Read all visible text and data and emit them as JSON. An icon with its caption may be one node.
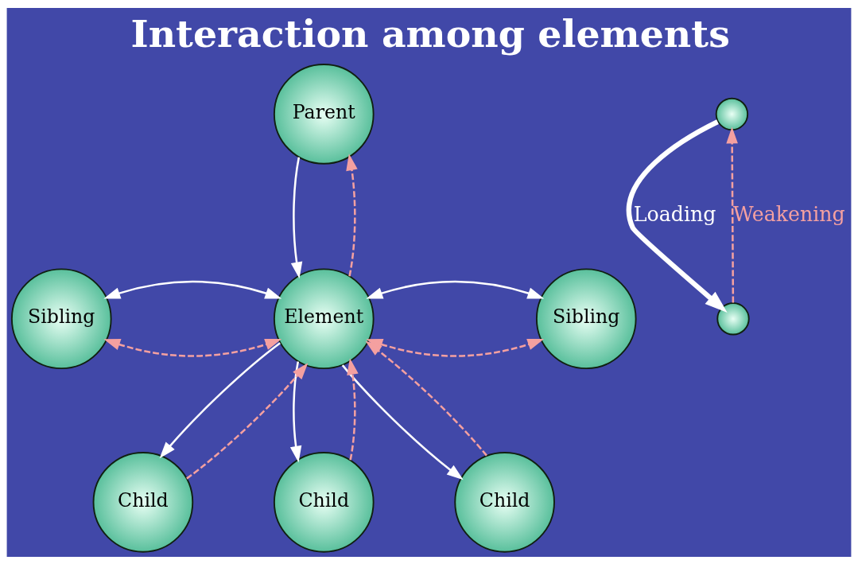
{
  "diagram": {
    "title": "Interaction among elements",
    "nodes": [
      {
        "text": [
          "Parent"
        ]
      },
      {
        "text": [
          "Sibling"
        ]
      },
      {
        "text": [
          "Element"
        ]
      },
      {
        "text": [
          "Sibling"
        ]
      },
      {
        "text": [
          "Child"
        ]
      },
      {
        "text": [
          "Child"
        ]
      },
      {
        "text": [
          "Child"
        ]
      },
      {
        "text": [],
        "shape": "circle"
      },
      {
        "text": [],
        "shape": "circle"
      }
    ],
    "edges": [
      {
        "from": 0,
        "to": 2,
        "arrow": "to"
      },
      {
        "from": 2,
        "to": 0,
        "arrow": "to",
        "style": "dashed",
        "color": "#f4a0a0"
      },
      {
        "from": 1,
        "to": 2,
        "arrow": "both",
        "style": "dashed",
        "color": "#f4a0a0"
      },
      {
        "from": 1,
        "to": 2,
        "arrow": "both"
      },
      {
        "from": 2,
        "to": 3,
        "arrow": "both",
        "style": "dashed",
        "color": "#f4a0a0"
      },
      {
        "from": 2,
        "to": 3,
        "arrow": "both"
      },
      {
        "from": 2,
        "to": 4,
        "arrow": "to"
      },
      {
        "from": 4,
        "to": 2,
        "arrow": "to",
        "style": "dashed",
        "color": "#f4a0a0"
      },
      {
        "from": 2,
        "to": 5,
        "arrow": "to"
      },
      {
        "from": 5,
        "to": 2,
        "arrow": "to",
        "style": "dashed",
        "color": "#f4a0a0"
      },
      {
        "from": 2,
        "to": 6,
        "arrow": "to"
      },
      {
        "from": 6,
        "to": 2,
        "arrow": "to",
        "style": "dashed",
        "color": "#f4a0a0"
      },
      {
        "from": 7,
        "to": 8,
        "arrow": "to",
        "label": "Loading",
        "style": "thick"
      },
      {
        "from": 8,
        "to": 7,
        "arrow": "to",
        "label": "Weakening",
        "style": "dashed",
        "color": "#f4a0a0"
      }
    ]
  }
}
